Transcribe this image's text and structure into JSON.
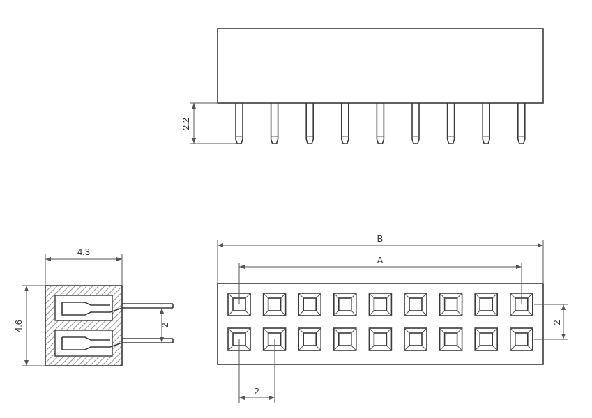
{
  "labels": {
    "pin_height": "2.2",
    "side_width": "4.3",
    "side_height": "4.6",
    "side_pitch": "2",
    "overall_length": "B",
    "pin_span": "A",
    "row_pitch": "2",
    "col_pitch": "2"
  },
  "connector": {
    "pins_per_row": 9,
    "rows": 2
  },
  "colors": {
    "line": "#3a3a3a",
    "hatch": "#7a7a7a"
  }
}
